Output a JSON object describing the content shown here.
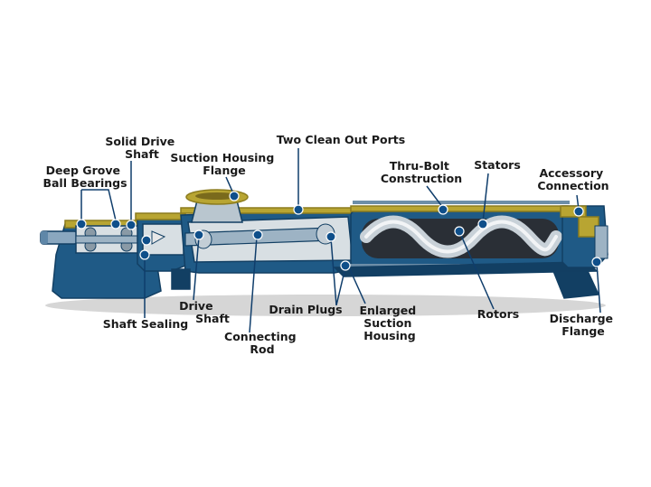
{
  "colors": {
    "body": "#1f5a86",
    "body_dark": "#123f63",
    "body_light": "#3d7fb0",
    "accent": "#b8a532",
    "interior": "#d8dfe3",
    "marker": "#0f4f8a",
    "leader": "#0f3d6b",
    "shadow": "#cfcfcf"
  },
  "labels": {
    "deep_grove": [
      "Deep Grove",
      "Ball Bearings"
    ],
    "solid_drive_shaft": [
      "Solid Drive",
      "Shaft"
    ],
    "suction_housing_flange": [
      "Suction Housing",
      "Flange"
    ],
    "two_clean_out_ports": [
      "Two Clean Out Ports"
    ],
    "thru_bolt": [
      "Thru-Bolt",
      "Construction"
    ],
    "stators": [
      "Stators"
    ],
    "accessory_connection": [
      "Accessory",
      "Connection"
    ],
    "shaft_sealing": [
      "Shaft Sealing"
    ],
    "drive_shaft": [
      "Drive",
      "Shaft"
    ],
    "connecting_rod": [
      "Connecting",
      "Rod"
    ],
    "drain_plugs": [
      "Drain Plugs"
    ],
    "enlarged_suction_housing": [
      "Enlarged",
      "Suction",
      "Housing"
    ],
    "rotors": [
      "Rotors"
    ],
    "discharge_flange": [
      "Discharge",
      "Flange"
    ]
  }
}
